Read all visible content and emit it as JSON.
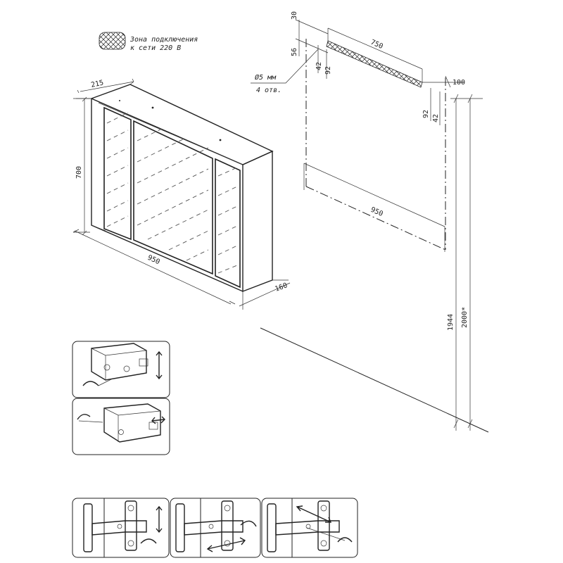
{
  "legend": {
    "line1": "Зона подключения",
    "line2": "к сети 220 В"
  },
  "hole_note": {
    "diameter": "Ø5 мм",
    "count": "4 отв."
  },
  "cabinet_dims": {
    "depth_top": "215",
    "height": "700",
    "width": "950",
    "depth_bottom": "160"
  },
  "wall_dims": {
    "top_offset": "30",
    "side_offset": "56",
    "hole_span": "750",
    "left_42": "42",
    "left_92": "92",
    "right_offset": "100",
    "right_92": "92",
    "right_42": "42",
    "wall_width": "950",
    "floor_height_1": "1944",
    "floor_height_2": "2000*"
  },
  "colors": {
    "line": "#222222",
    "background": "#ffffff"
  }
}
